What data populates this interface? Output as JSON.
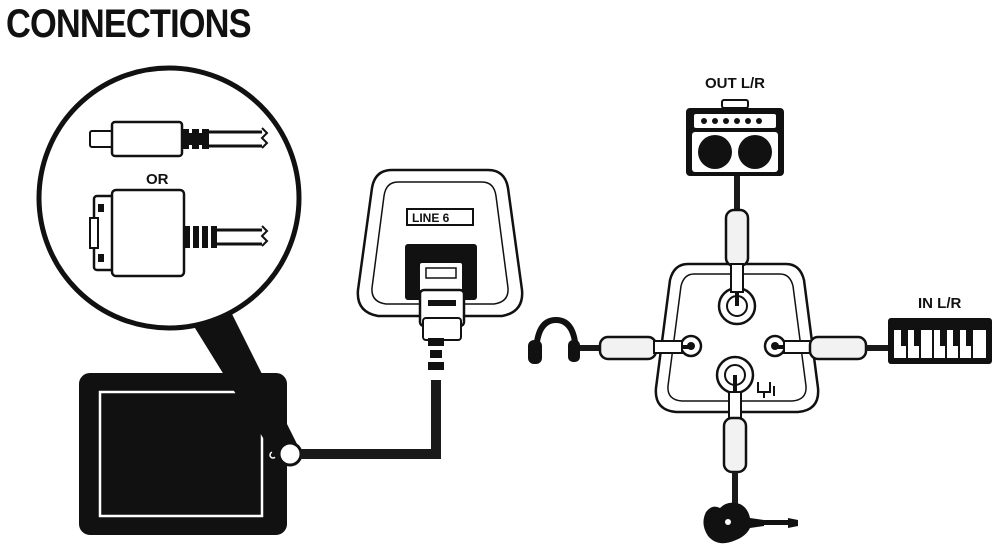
{
  "title": "CONNECTIONS",
  "labels": {
    "or": "OR",
    "out": "OUT L/R",
    "in": "IN L/R",
    "brand": "LINE 6"
  },
  "icons": [
    "ipad-icon",
    "lightning-connector-icon",
    "30-pin-connector-icon",
    "interface-device-icon",
    "amplifier-icon",
    "keyboard-icon",
    "headphones-icon",
    "guitar-icon",
    "tuning-fork-icon"
  ],
  "colors": {
    "ink": "#111111",
    "paper": "#ffffff",
    "cable": "#1a1a1a",
    "plug": "#f2f2f2"
  }
}
